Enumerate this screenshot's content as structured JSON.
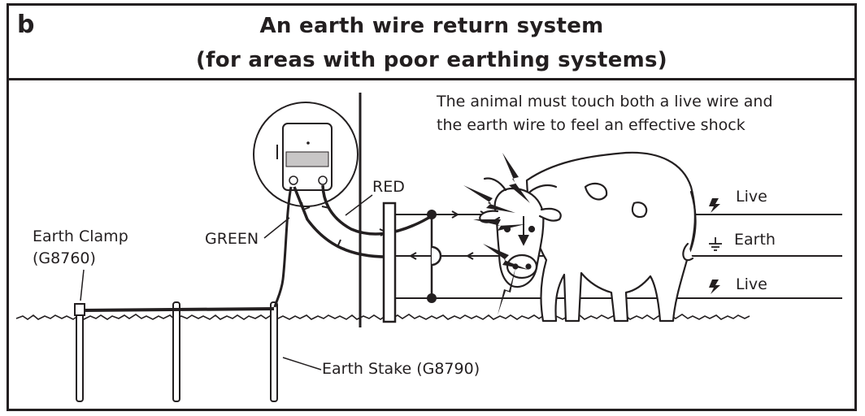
{
  "panel": {
    "letter": "b",
    "title_line1": "An earth wire return system",
    "title_line2": "(for areas with poor earthing systems)"
  },
  "note": {
    "line1": "The animal must touch both a live wire and",
    "line2": "the earth wire to feel an effective shock"
  },
  "labels": {
    "red": "RED",
    "green": "GREEN",
    "earth_clamp_line1": "Earth Clamp",
    "earth_clamp_line2": "(G8760)",
    "earth_stake": "Earth Stake (G8790)"
  },
  "wires": [
    {
      "label": "Live",
      "icon": "lightning-icon"
    },
    {
      "label": "Earth",
      "icon": "ground-symbol-icon"
    },
    {
      "label": "Live",
      "icon": "lightning-icon"
    }
  ],
  "colors": {
    "ink": "#231f20",
    "background": "#ffffff"
  }
}
